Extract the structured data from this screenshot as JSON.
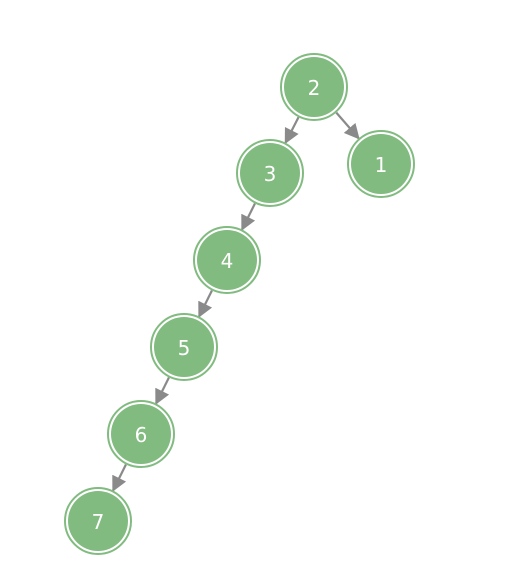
{
  "tree": {
    "node_color": "#81bb80",
    "ring_color": "#81bb80",
    "edge_color": "#8a8a8a",
    "label_color": "#ffffff",
    "nodes": [
      {
        "id": "2",
        "label": "2"
      },
      {
        "id": "3",
        "label": "3"
      },
      {
        "id": "1",
        "label": "1"
      },
      {
        "id": "4",
        "label": "4"
      },
      {
        "id": "5",
        "label": "5"
      },
      {
        "id": "6",
        "label": "6"
      },
      {
        "id": "7",
        "label": "7"
      }
    ],
    "edges": [
      {
        "from": "2",
        "to": "3"
      },
      {
        "from": "2",
        "to": "1"
      },
      {
        "from": "3",
        "to": "4"
      },
      {
        "from": "4",
        "to": "5"
      },
      {
        "from": "5",
        "to": "6"
      },
      {
        "from": "6",
        "to": "7"
      }
    ]
  }
}
